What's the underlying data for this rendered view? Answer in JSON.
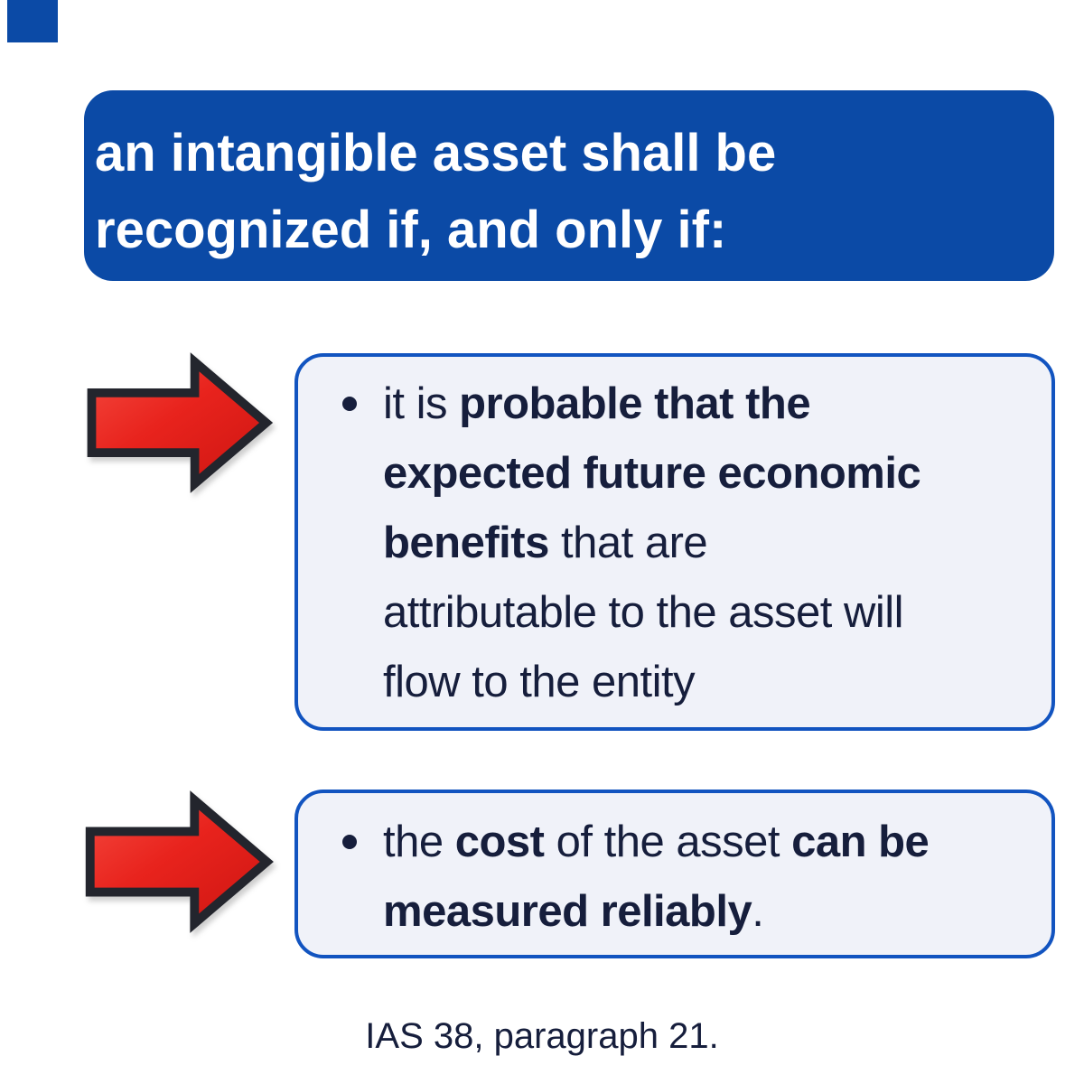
{
  "slide": {
    "header": {
      "title_line1": "an intangible asset shall be",
      "title_line2": "recognized if, and only if:"
    },
    "criteria_boxes": [
      {
        "bullet": "dot",
        "lines": [
          [
            {
              "t": "it is ",
              "b": 0
            },
            {
              "t": "probable that the",
              "b": 1
            }
          ],
          [
            {
              "t": "expected future economic",
              "b": 1
            }
          ],
          [
            {
              "t": "benefits",
              "b": 1
            },
            {
              "t": " that are",
              "b": 0
            }
          ],
          [
            {
              "t": "attributable to the asset will",
              "b": 0
            }
          ],
          [
            {
              "t": "flow to the entity",
              "b": 0
            }
          ]
        ]
      },
      {
        "bullet": "dot",
        "lines": [
          [
            {
              "t": "the ",
              "b": 0
            },
            {
              "t": "cost",
              "b": 1
            },
            {
              "t": " of the asset ",
              "b": 0
            },
            {
              "t": "can be",
              "b": 1
            }
          ],
          [
            {
              "t": "measured reliably",
              "b": 1
            },
            {
              "t": ".",
              "b": 0
            }
          ]
        ]
      }
    ],
    "citation": "IAS 38, paragraph 21.",
    "colors": {
      "header_bg": "#0b4aa6",
      "box_fill": "#f0f2f9",
      "box_border": "#1254c0",
      "text_dark": "#161e3c",
      "text_light": "#ffffff",
      "arrow_red_light": "#f4483e",
      "arrow_red": "#e8231d",
      "arrow_red_dark": "#cd1511",
      "arrow_outline": "#23252d",
      "corner_square": "#0b4aa6"
    }
  }
}
